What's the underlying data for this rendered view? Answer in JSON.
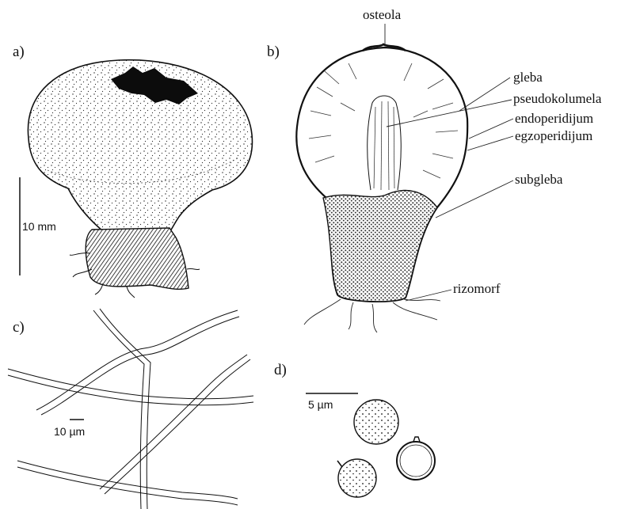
{
  "panels": {
    "a": "a)",
    "b": "b)",
    "c": "c)",
    "d": "d)"
  },
  "labels": {
    "osteola": "osteola",
    "gleba": "gleba",
    "pseudokolumela": "pseudokolumela",
    "endoperidijum": "endoperidijum",
    "egzoperidijum": "egzoperidijum",
    "subgleba": "subgleba",
    "rizomorf": "rizomorf"
  },
  "scales": {
    "a": "10 mm",
    "c": "10 µm",
    "d": "5 µm"
  }
}
